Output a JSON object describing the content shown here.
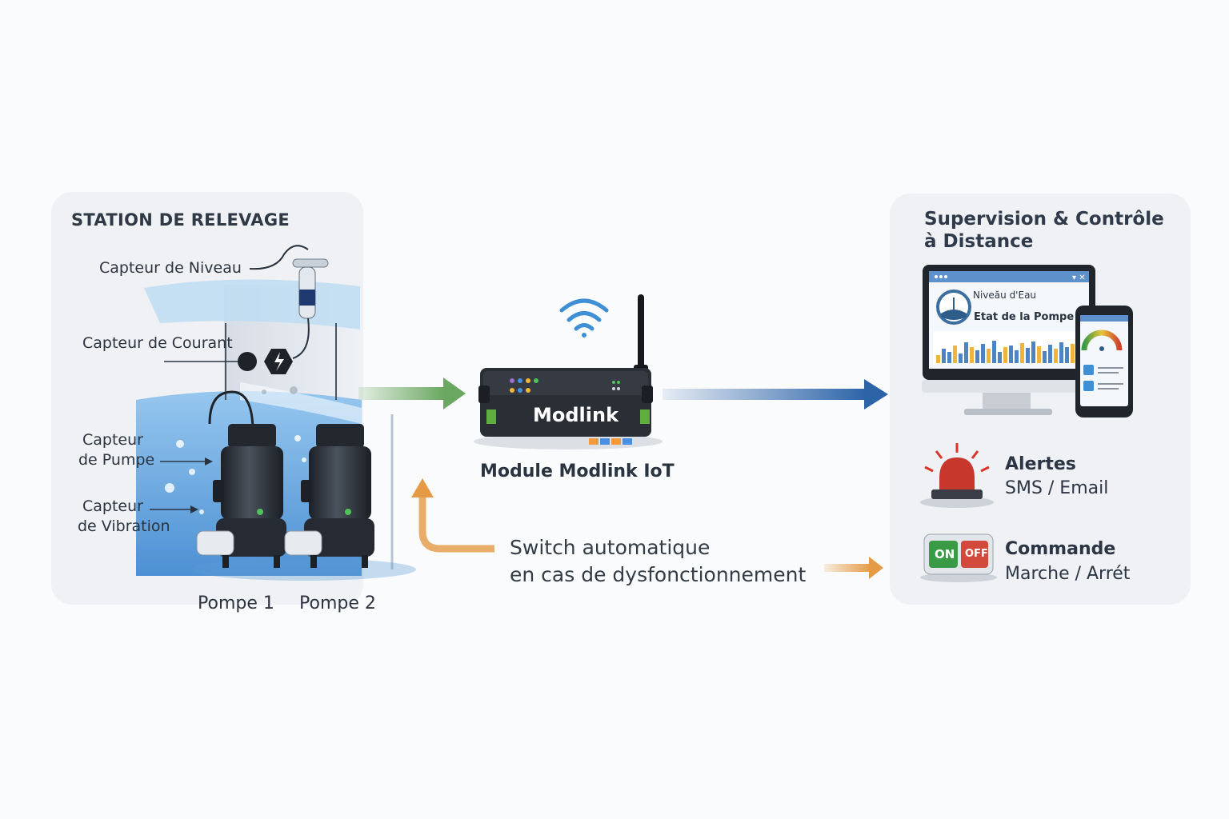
{
  "station": {
    "title": "STATION DE RELEVAGE",
    "sensor_level": "Capteur de Niveau",
    "sensor_current": "Capteur de Courant",
    "sensor_pump_line1": "Capteur",
    "sensor_pump_line2": "de Pumpe",
    "sensor_vibration_line1": "Capteur",
    "sensor_vibration_line2": "de Vibration",
    "pump1": "Pompe 1",
    "pump2": "Pompe 2"
  },
  "module": {
    "brand": "Modlink",
    "title": "Module Modlink IoT"
  },
  "switch": {
    "line1": "Switch automatique",
    "line2": "en cas de dysfonctionnement"
  },
  "supervision": {
    "title": "Supervision & Contrôle à Distance",
    "screen_water_level": "Niveău d'Eau",
    "screen_pump_state": "Etat de la Pompe"
  },
  "alerts": {
    "title": "Alertes",
    "subtitle": "SMS / Email"
  },
  "command": {
    "title": "Commande",
    "subtitle": "Marche / Arrét",
    "on_label": "ON",
    "off_label": "OFF"
  },
  "colors": {
    "arrow_green": "#6aa760",
    "arrow_blue": "#2d64a8",
    "arrow_orange": "#e59a45",
    "water_blue": "#3f8fd6",
    "alarm_red": "#c8372b",
    "on_green": "#3b9a45",
    "off_red": "#d24a3c"
  }
}
